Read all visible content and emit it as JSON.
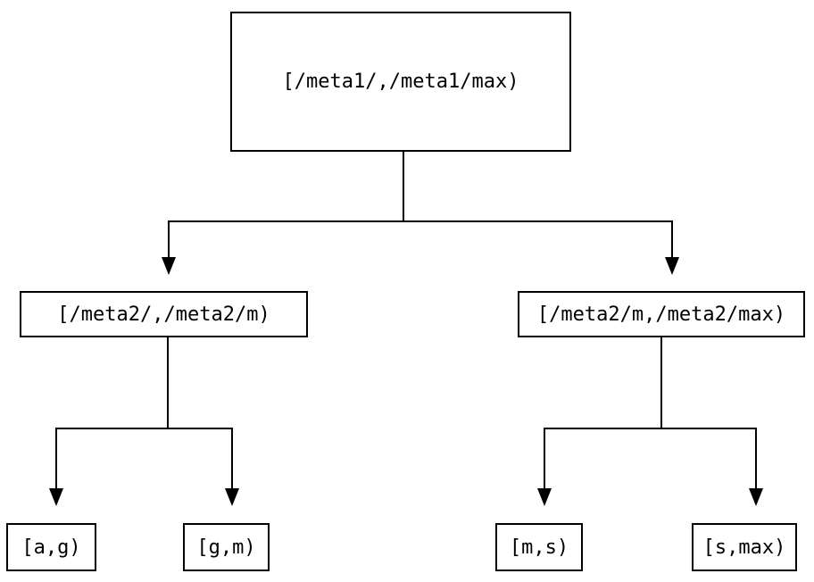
{
  "diagram": {
    "type": "tree",
    "background_color": "#ffffff",
    "line_color": "#000000",
    "box_border_color": "#000000",
    "text_color": "#000000",
    "nodes": {
      "root": {
        "label": "[/meta1/,/meta1/max)"
      },
      "meta2_low": {
        "label": "[/meta2/,/meta2/m)"
      },
      "meta2_high": {
        "label": "[/meta2/m,/meta2/max)"
      },
      "leaf_a_g": {
        "label": "[a,g)"
      },
      "leaf_g_m": {
        "label": "[g,m)"
      },
      "leaf_m_s": {
        "label": "[m,s)"
      },
      "leaf_s_max": {
        "label": "[s,max)"
      }
    },
    "edges": [
      {
        "from": "root",
        "to": "meta2_low",
        "arrow": "down"
      },
      {
        "from": "root",
        "to": "meta2_high",
        "arrow": "down"
      },
      {
        "from": "meta2_low",
        "to": "leaf_a_g",
        "arrow": "down"
      },
      {
        "from": "meta2_low",
        "to": "leaf_g_m",
        "arrow": "down"
      },
      {
        "from": "meta2_high",
        "to": "leaf_m_s",
        "arrow": "down"
      },
      {
        "from": "meta2_high",
        "to": "leaf_s_max",
        "arrow": "down"
      }
    ]
  }
}
